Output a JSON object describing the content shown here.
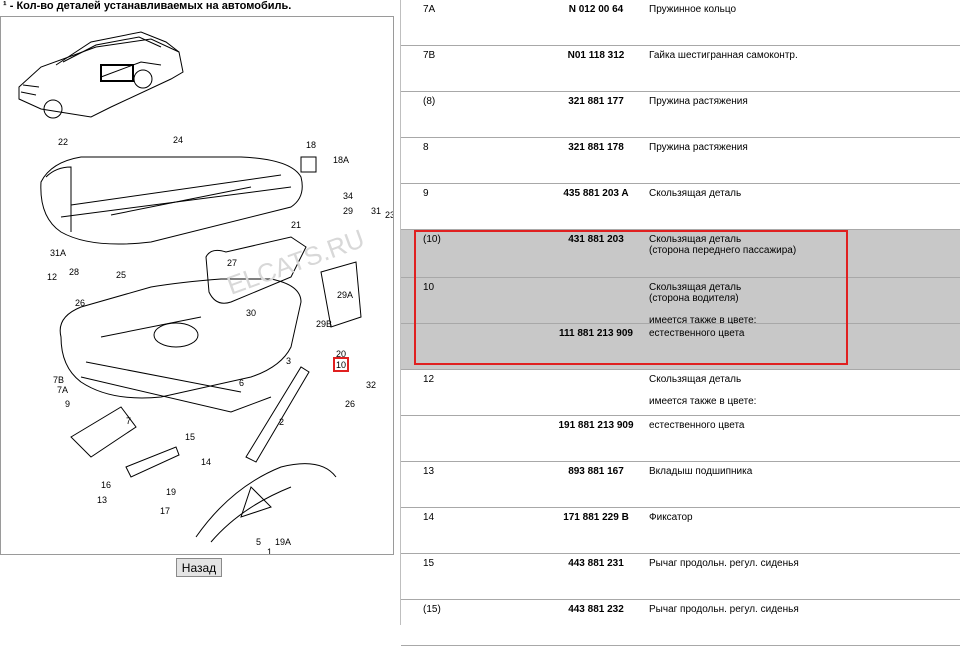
{
  "left": {
    "note": "¹ - Кол-во деталей устанавливаемых на автомобиль.",
    "watermark": "ELCATS.RU",
    "back_button": "Назад",
    "labels": [
      "22",
      "24",
      "18",
      "18A",
      "34",
      "29",
      "31",
      "23",
      "21",
      "31A",
      "28",
      "25",
      "12",
      "26",
      "27",
      "29A",
      "30",
      "29B",
      "3",
      "20",
      "10",
      "32",
      "26",
      "7B",
      "7A",
      "9",
      "6",
      "7",
      "2",
      "15",
      "14",
      "16",
      "19",
      "13",
      "17",
      "5",
      "19A",
      "1"
    ]
  },
  "parts": [
    {
      "pos": "7A",
      "num": "N 012 00 64",
      "desc": [
        "Пружинное кольцо"
      ],
      "highlight": false
    },
    {
      "pos": "7B",
      "num": "N01 118 312",
      "desc": [
        "Гайка шестигранная самоконтр."
      ],
      "highlight": false
    },
    {
      "pos": "(8)",
      "num": "321 881 177",
      "desc": [
        "Пружина растяжения"
      ],
      "highlight": false
    },
    {
      "pos": "8",
      "num": "321 881 178",
      "desc": [
        "Пружина растяжения"
      ],
      "highlight": false
    },
    {
      "pos": "9",
      "num": "435 881 203 A",
      "desc": [
        "Скользящая деталь"
      ],
      "highlight": false
    },
    {
      "pos": "(10)",
      "num": "431 881 203",
      "desc": [
        "Скользящая деталь",
        "(сторона переднего пассажира)"
      ],
      "highlight": true
    },
    {
      "pos": "10",
      "num": "",
      "desc": [
        "Скользящая деталь",
        "(сторона водителя)",
        "",
        "имеется также в цвете:"
      ],
      "highlight": true
    },
    {
      "pos": "",
      "num": "111 881 213 909",
      "desc": [
        "естественного цвета"
      ],
      "highlight": true
    },
    {
      "pos": "12",
      "num": "",
      "desc": [
        "Скользящая деталь",
        "",
        "имеется также в цвете:"
      ],
      "highlight": false
    },
    {
      "pos": "",
      "num": "191 881 213 909",
      "desc": [
        "естественного цвета"
      ],
      "highlight": false
    },
    {
      "pos": "13",
      "num": "893 881 167",
      "desc": [
        "Вкладыш подшипника"
      ],
      "highlight": false
    },
    {
      "pos": "14",
      "num": "171 881 229 B",
      "desc": [
        "Фиксатор"
      ],
      "highlight": false
    },
    {
      "pos": "15",
      "num": "443 881 231",
      "desc": [
        "Рычаг продольн. регул. сиденья"
      ],
      "highlight": false
    },
    {
      "pos": "(15)",
      "num": "443 881 232",
      "desc": [
        "Рычаг продольн. регул. сиденья"
      ],
      "highlight": false
    }
  ]
}
